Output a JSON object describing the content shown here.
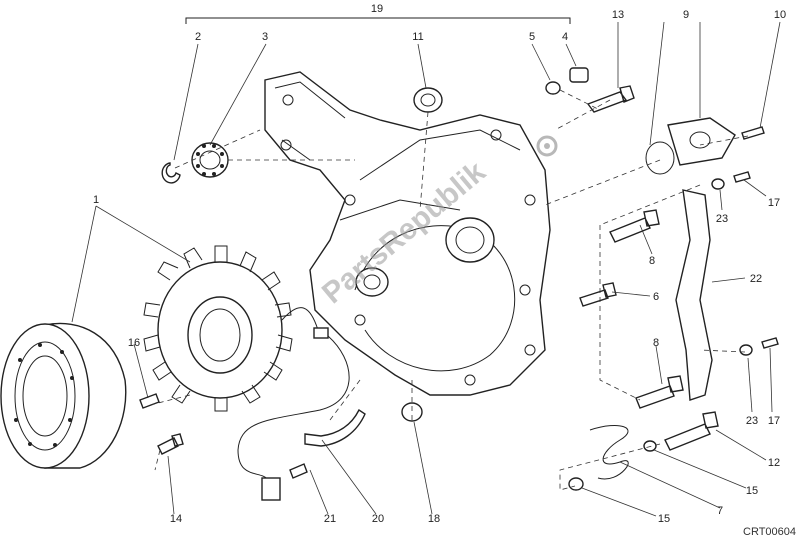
{
  "diagram": {
    "code": "CRT00604",
    "watermark": "PartsRepublik",
    "labels": [
      {
        "id": "c1",
        "text": "1"
      },
      {
        "id": "c2",
        "text": "2"
      },
      {
        "id": "c3",
        "text": "3"
      },
      {
        "id": "c4",
        "text": "4"
      },
      {
        "id": "c5",
        "text": "5"
      },
      {
        "id": "c6",
        "text": "6"
      },
      {
        "id": "c7",
        "text": "7"
      },
      {
        "id": "c8a",
        "text": "8"
      },
      {
        "id": "c8b",
        "text": "8"
      },
      {
        "id": "c9",
        "text": "9"
      },
      {
        "id": "c10",
        "text": "10"
      },
      {
        "id": "c11",
        "text": "11"
      },
      {
        "id": "c12",
        "text": "12"
      },
      {
        "id": "c13",
        "text": "13"
      },
      {
        "id": "c14",
        "text": "14"
      },
      {
        "id": "c15a",
        "text": "15"
      },
      {
        "id": "c15b",
        "text": "15"
      },
      {
        "id": "c16",
        "text": "16"
      },
      {
        "id": "c17a",
        "text": "17"
      },
      {
        "id": "c17b",
        "text": "17"
      },
      {
        "id": "c18",
        "text": "18"
      },
      {
        "id": "c19",
        "text": "19"
      },
      {
        "id": "c20",
        "text": "20"
      },
      {
        "id": "c21",
        "text": "21"
      },
      {
        "id": "c22",
        "text": "22"
      },
      {
        "id": "c23a",
        "text": "23"
      },
      {
        "id": "c23b",
        "text": "23"
      }
    ]
  }
}
